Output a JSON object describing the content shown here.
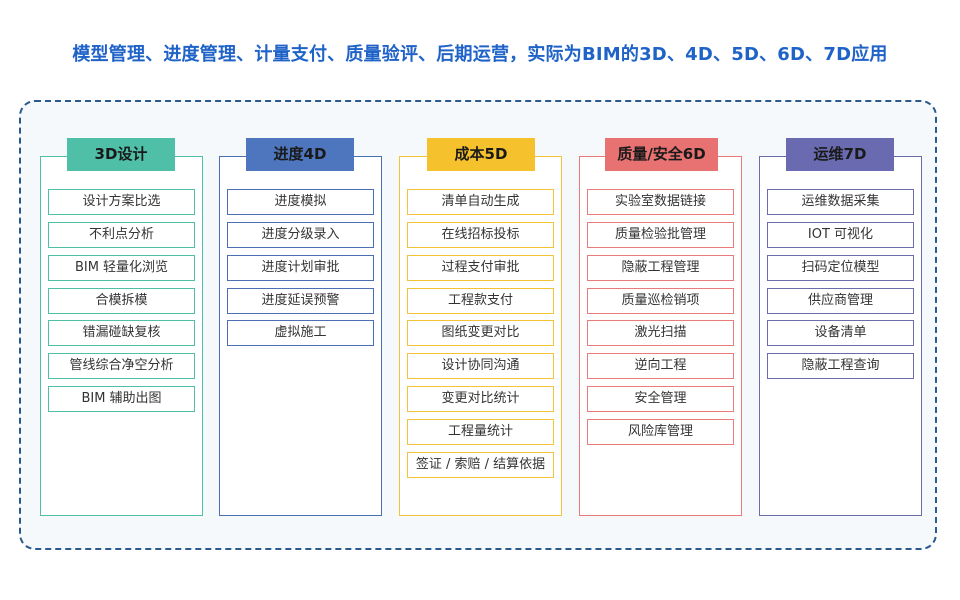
{
  "headline": "模型管理、进度管理、计量支付、质量验评、后期运营，实际为BIM的3D、4D、5D、6D、7D应用",
  "colors": {
    "headline": "#1f63c8",
    "frame_border": "#2a5a8c",
    "col1": "#4fbfa8",
    "col2": "#4d76bf",
    "col3": "#f5c22d",
    "col4": "#e87171",
    "col5": "#6a6ab0"
  },
  "columns": [
    {
      "title": "3D设计",
      "items": [
        "设计方案比选",
        "不利点分析",
        "BIM 轻量化浏览",
        "合模拆模",
        "错漏碰缺复核",
        "管线综合净空分析",
        "BIM 辅助出图"
      ]
    },
    {
      "title": "进度4D",
      "items": [
        "进度模拟",
        "进度分级录入",
        "进度计划审批",
        "进度延误预警",
        "虚拟施工"
      ]
    },
    {
      "title": "成本5D",
      "items": [
        "清单自动生成",
        "在线招标投标",
        "过程支付审批",
        "工程款支付",
        "图纸变更对比",
        "设计协同沟通",
        "变更对比统计",
        "工程量统计",
        "签证 / 索赔 / 结算依据"
      ]
    },
    {
      "title": "质量/安全6D",
      "items": [
        "实验室数据链接",
        "质量检验批管理",
        "隐蔽工程管理",
        "质量巡检销项",
        "激光扫描",
        "逆向工程",
        "安全管理",
        "风险库管理"
      ]
    },
    {
      "title": "运维7D",
      "items": [
        "运维数据采集",
        "IOT 可视化",
        "扫码定位模型",
        "供应商管理",
        "设备清单",
        "隐蔽工程查询"
      ]
    }
  ]
}
